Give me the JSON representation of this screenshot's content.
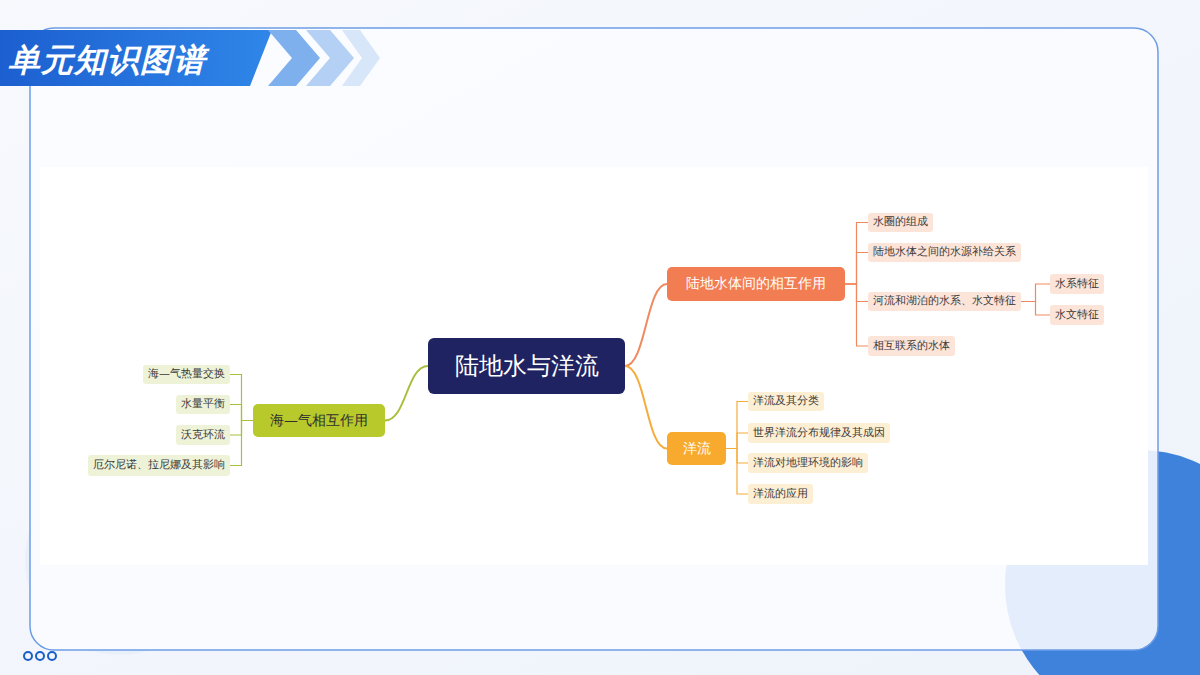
{
  "diagram": {
    "title": "单元知识图谱",
    "nodes": [
      {
        "text": [
          "陆地水与洋流"
        ]
      },
      {
        "text": [
          "陆地水体间的相互作用"
        ]
      },
      {
        "text": [
          "水圈的组成"
        ]
      },
      {
        "text": [
          "陆地水体之间的水源补给关系"
        ]
      },
      {
        "text": [
          "河流和湖泊的水系、水文特征"
        ]
      },
      {
        "text": [
          "水系特征"
        ]
      },
      {
        "text": [
          "水文特征"
        ]
      },
      {
        "text": [
          "相互联系的水体"
        ]
      },
      {
        "text": [
          "洋流"
        ]
      },
      {
        "text": [
          "洋流及其分类"
        ]
      },
      {
        "text": [
          "世界洋流分布规律及其成因"
        ]
      },
      {
        "text": [
          "洋流对地理环境的影响"
        ]
      },
      {
        "text": [
          "洋流的应用"
        ]
      },
      {
        "text": [
          "海—气相互作用"
        ]
      },
      {
        "text": [
          "海—气热量交换"
        ]
      },
      {
        "text": [
          "水量平衡"
        ]
      },
      {
        "text": [
          "沃克环流"
        ]
      },
      {
        "text": [
          "厄尔尼诺、拉尼娜及其影响"
        ]
      }
    ],
    "edges": [
      {
        "from": 0,
        "to": 1,
        "arrow": "none"
      },
      {
        "from": 1,
        "to": 2,
        "arrow": "none"
      },
      {
        "from": 1,
        "to": 3,
        "arrow": "none"
      },
      {
        "from": 1,
        "to": 4,
        "arrow": "none"
      },
      {
        "from": 4,
        "to": 5,
        "arrow": "none"
      },
      {
        "from": 4,
        "to": 6,
        "arrow": "none"
      },
      {
        "from": 1,
        "to": 7,
        "arrow": "none"
      },
      {
        "from": 0,
        "to": 8,
        "arrow": "none"
      },
      {
        "from": 8,
        "to": 9,
        "arrow": "none"
      },
      {
        "from": 8,
        "to": 10,
        "arrow": "none"
      },
      {
        "from": 8,
        "to": 11,
        "arrow": "none"
      },
      {
        "from": 8,
        "to": 12,
        "arrow": "none"
      },
      {
        "from": 0,
        "to": 13,
        "arrow": "none"
      },
      {
        "from": 13,
        "to": 14,
        "arrow": "none"
      },
      {
        "from": 13,
        "to": 15,
        "arrow": "none"
      },
      {
        "from": 13,
        "to": 16,
        "arrow": "none"
      },
      {
        "from": 13,
        "to": 17,
        "arrow": "none"
      }
    ]
  }
}
